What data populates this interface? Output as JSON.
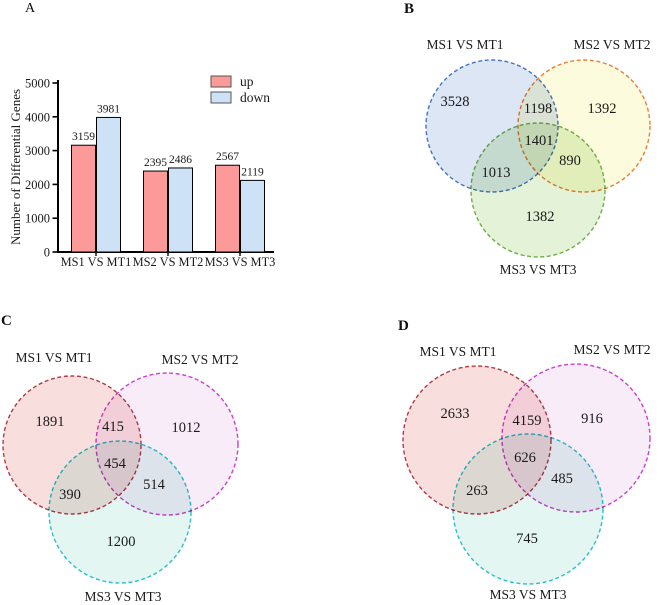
{
  "panel_letters": {
    "a": "A",
    "b": "B",
    "c": "C",
    "d": "D"
  },
  "chart_data": [
    {
      "id": "A",
      "type": "bar",
      "categories": [
        "MS1 VS MT1",
        "MS2 VS MT2",
        "MS3 VS MT3"
      ],
      "series": [
        {
          "name": "up",
          "color": "#FB9A99",
          "values": [
            3159,
            2395,
            2567
          ]
        },
        {
          "name": "down",
          "color": "#CDE2F7",
          "values": [
            3981,
            2486,
            2119
          ]
        }
      ],
      "xlabel": "",
      "ylabel": "Number of Differential Genes",
      "ylim": [
        0,
        5000
      ],
      "yticks": [
        0,
        1000,
        2000,
        3000,
        4000,
        5000
      ],
      "grid": false,
      "legend_position": "top-right",
      "bar_outline": "#000000",
      "axis_color": "#000000"
    },
    {
      "id": "B",
      "type": "venn",
      "sets": [
        "MS1 VS MT1",
        "MS2 VS MT2",
        "MS3 VS MT3"
      ],
      "counts": {
        "only1": "3528",
        "only2": "1392",
        "only3": "1382",
        "i12": "1198",
        "i13": "1013",
        "i23": "890",
        "i123": "1401"
      },
      "colors": {
        "stroke1": "#4472C4",
        "fill1": "#DCE6F5",
        "stroke2": "#ED7D31",
        "fill2": "#FCFBDD",
        "stroke3": "#70AD47",
        "fill3": "#E4F2D7"
      }
    },
    {
      "id": "C",
      "type": "venn",
      "sets": [
        "MS1 VS MT1",
        "MS2 VS MT2",
        "MS3 VS MT3"
      ],
      "counts": {
        "only1": "1891",
        "only2": "1012",
        "only3": "1200",
        "i12": "415",
        "i13": "390",
        "i23": "514",
        "i123": "454"
      },
      "colors": {
        "stroke1": "#B03A44",
        "fill1": "#F8DFDE",
        "stroke2": "#CC3ECC",
        "fill2": "#F9ECF9",
        "stroke3": "#2BC0C9",
        "fill3": "#E3F6F1"
      }
    },
    {
      "id": "D",
      "type": "venn",
      "sets": [
        "MS1 VS MT1",
        "MS2 VS MT2",
        "MS3 VS MT3"
      ],
      "counts": {
        "only1": "2633",
        "only2": "916",
        "only3": "745",
        "i12": "4159",
        "i13": "263",
        "i23": "485",
        "i123": "626"
      },
      "colors": {
        "stroke1": "#B03A44",
        "fill1": "#F8DFDE",
        "stroke2": "#CC3ECC",
        "fill2": "#F9ECF9",
        "stroke3": "#2BC0C9",
        "fill3": "#E3F6F1"
      }
    }
  ]
}
